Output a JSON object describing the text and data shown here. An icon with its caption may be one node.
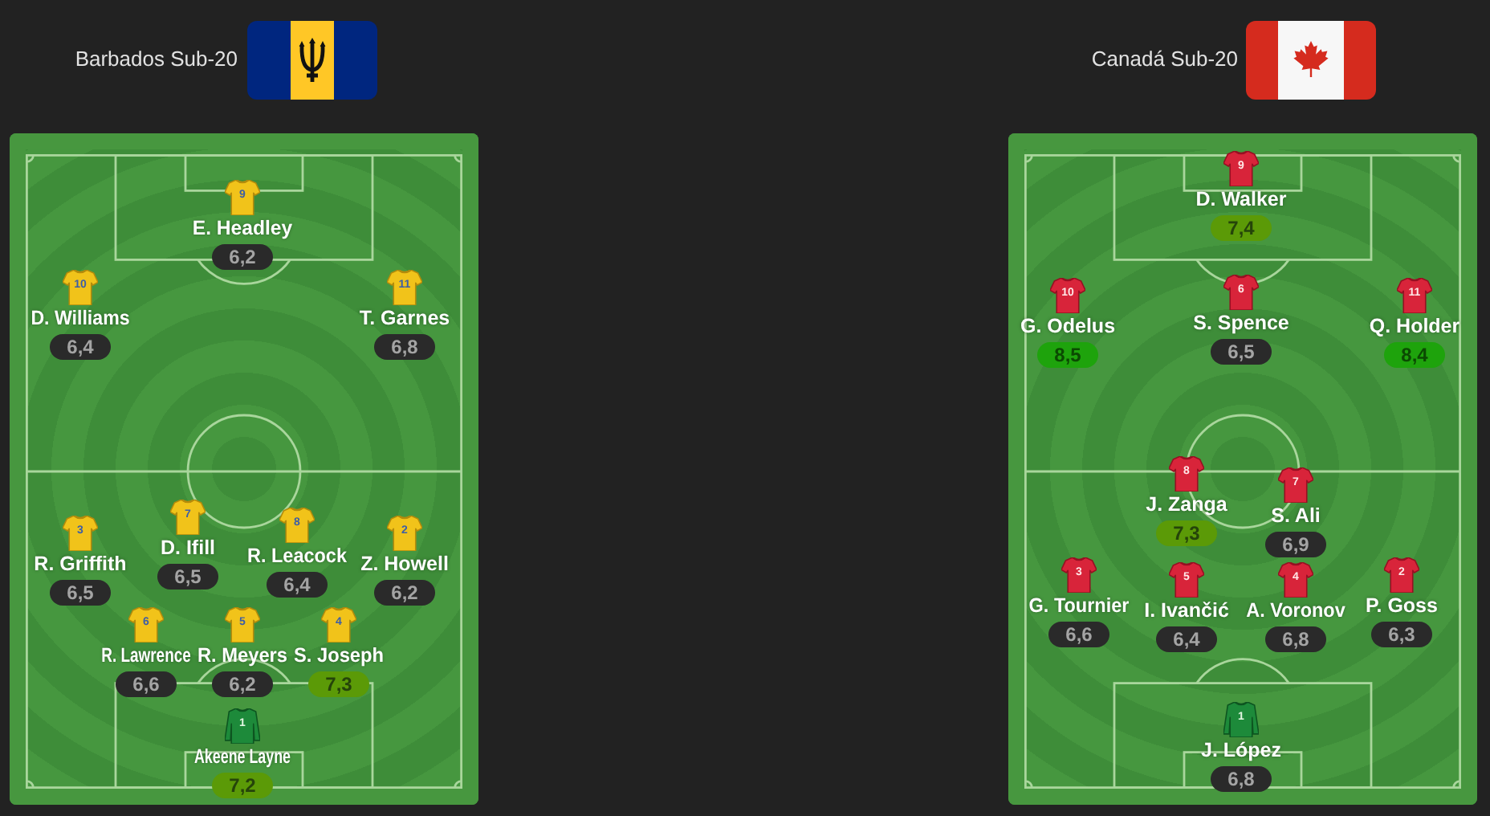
{
  "diagram": {
    "nodes": [
      {
        "text": [],
        "shape": "box"
      },
      {
        "text": [
          "9",
          "E. Headley",
          "6,2"
        ],
        "in": 0
      },
      {
        "text": [
          "10",
          "D. Williams",
          "6,4"
        ],
        "in": 0
      },
      {
        "text": [
          "11",
          "T. Garnes",
          "6,8"
        ],
        "in": 0
      },
      {
        "text": [
          "3",
          "R. Griffith",
          "6,5"
        ],
        "in": 0
      },
      {
        "text": [
          "7",
          "D. Ifill",
          "6,5"
        ],
        "in": 0
      },
      {
        "text": [
          "8",
          "R. Leacock",
          "6,4"
        ],
        "in": 0
      },
      {
        "text": [
          "2",
          "Z. Howell",
          "6,2"
        ],
        "in": 0
      },
      {
        "text": [
          "6",
          "R. Lawrence",
          "6,6"
        ],
        "in": 0
      },
      {
        "text": [
          "5",
          "R. Meyers",
          "6,2"
        ],
        "in": 0
      },
      {
        "text": [
          "4",
          "S. Joseph",
          "7,3"
        ],
        "in": 0
      },
      {
        "text": [
          "1",
          "Akeene Layne",
          "7,2"
        ],
        "in": 0
      },
      {
        "text": [],
        "shape": "box"
      },
      {
        "text": [
          "9",
          "D. Walker",
          "7,4"
        ],
        "in": 12
      },
      {
        "text": [
          "10",
          "G. Odelus",
          "8,5"
        ],
        "in": 12
      },
      {
        "text": [
          "6",
          "S. Spence",
          "6,5"
        ],
        "in": 12
      },
      {
        "text": [
          "11",
          "Q. Holder",
          "8,4"
        ],
        "in": 12
      },
      {
        "text": [
          "8",
          "J. Zanga",
          "7,3"
        ],
        "in": 12
      },
      {
        "text": [
          "7",
          "S. Ali",
          "6,9"
        ],
        "in": 12
      },
      {
        "text": [
          "3",
          "G. Tournier",
          "6,6"
        ],
        "in": 12
      },
      {
        "text": [
          "5",
          "I. Ivančić",
          "6,4"
        ],
        "in": 12
      },
      {
        "text": [
          "4",
          "A. Voronov",
          "6,8"
        ],
        "in": 12
      },
      {
        "text": [
          "2",
          "P. Goss",
          "6,3"
        ],
        "in": 12
      },
      {
        "text": [
          "1",
          "J. López",
          "6,8"
        ],
        "in": 12
      }
    ],
    "labels": [
      "Barbados Sub-20",
      "Canadá Sub-20"
    ]
  }
}
